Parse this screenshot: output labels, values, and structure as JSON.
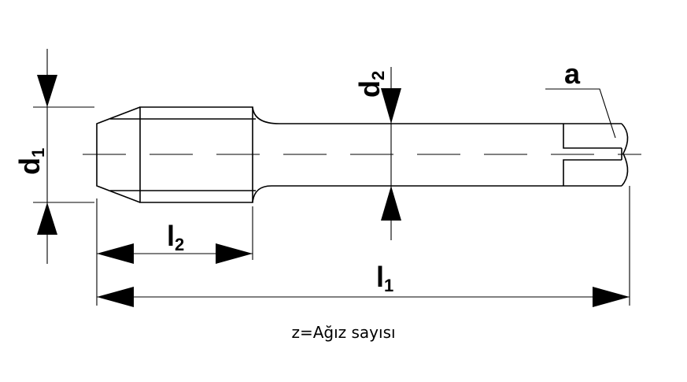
{
  "labels": {
    "d1": {
      "main": "d",
      "sub": "1"
    },
    "d2": {
      "main": "d",
      "sub": "2"
    },
    "l1": {
      "main": "l",
      "sub": "1"
    },
    "l2": {
      "main": "l",
      "sub": "2"
    },
    "a": "a"
  },
  "caption": "z=Ağız sayısı"
}
